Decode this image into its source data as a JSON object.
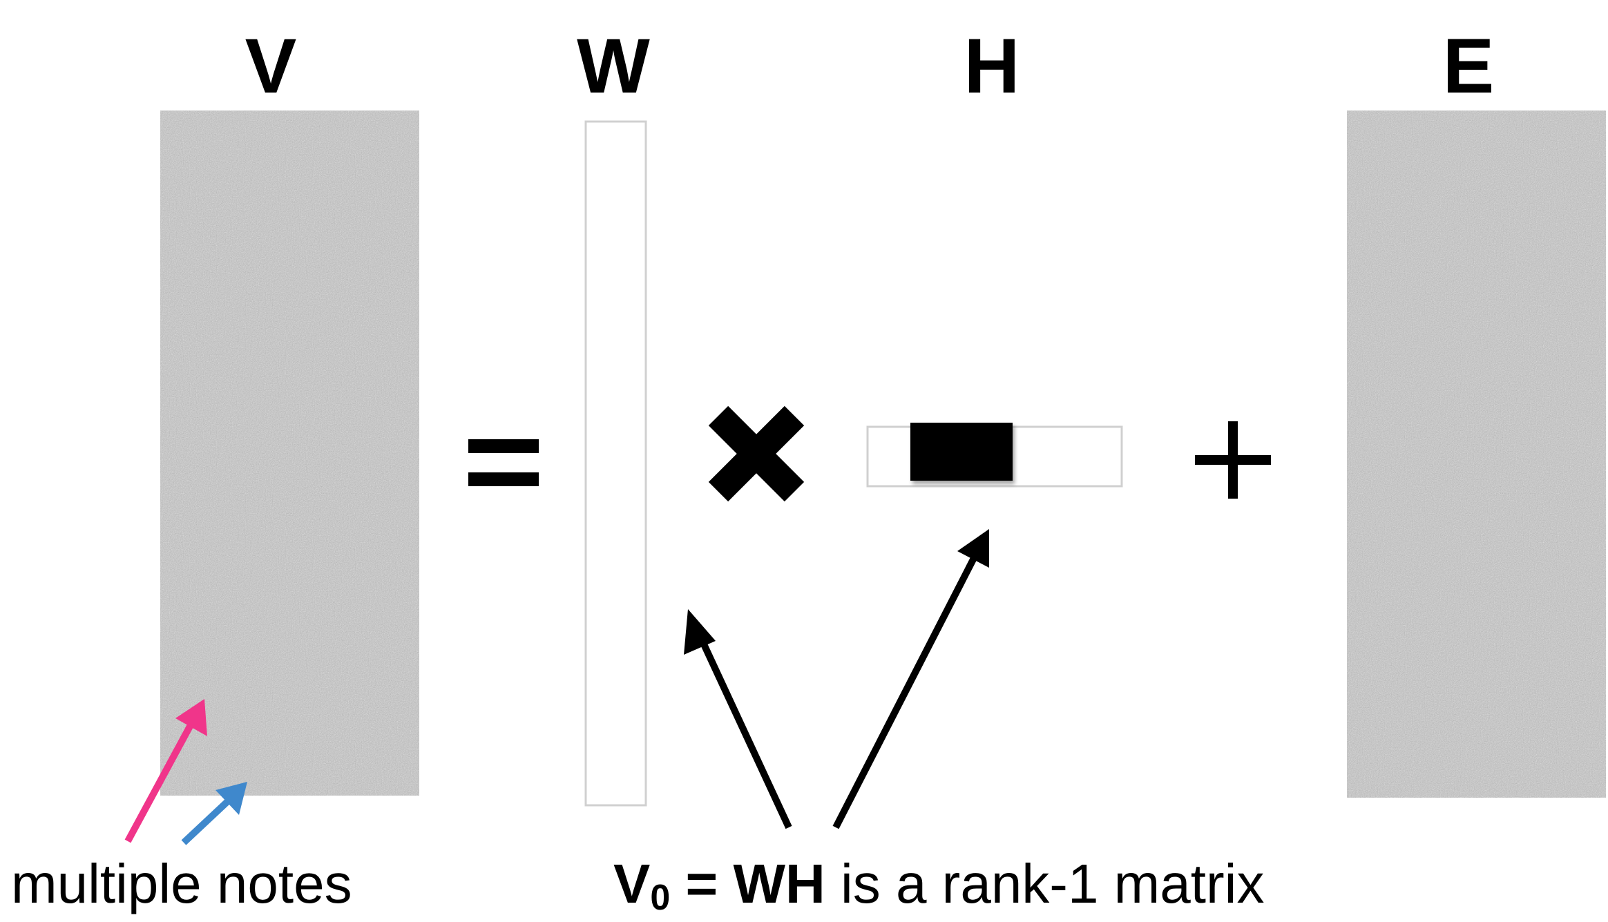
{
  "labels": {
    "V": "V",
    "W": "W",
    "H": "H",
    "E": "E"
  },
  "operators": {
    "equals": "=",
    "plus": "+"
  },
  "caption_left": "multiple notes",
  "caption_right": {
    "v": "V",
    "sub": "0",
    "eq": " = ",
    "wh": "WH",
    "rest": " is a rank-1 matrix"
  },
  "colors": {
    "pink": "#f0358a",
    "blue": "#3f88cc",
    "noise": "#bdbdbd",
    "ink": "#000000",
    "frame": "#d0d0d0"
  }
}
